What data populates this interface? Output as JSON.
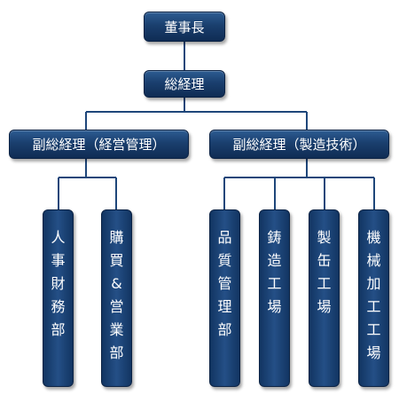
{
  "org_chart": {
    "top": "董事長",
    "president": "総経理",
    "vp_admin": {
      "title": "副総経理（経営管理）",
      "departments": [
        "人事財務部",
        "購買&営業部"
      ]
    },
    "vp_tech": {
      "title": "副総経理（製造技術）",
      "departments": [
        "品質管理部",
        "鋳造工場",
        "製缶工場",
        "機械加工工場"
      ]
    }
  },
  "colors": {
    "box_fill": "#1a3f6e",
    "line": "#1e467a",
    "text": "#ffffff"
  }
}
